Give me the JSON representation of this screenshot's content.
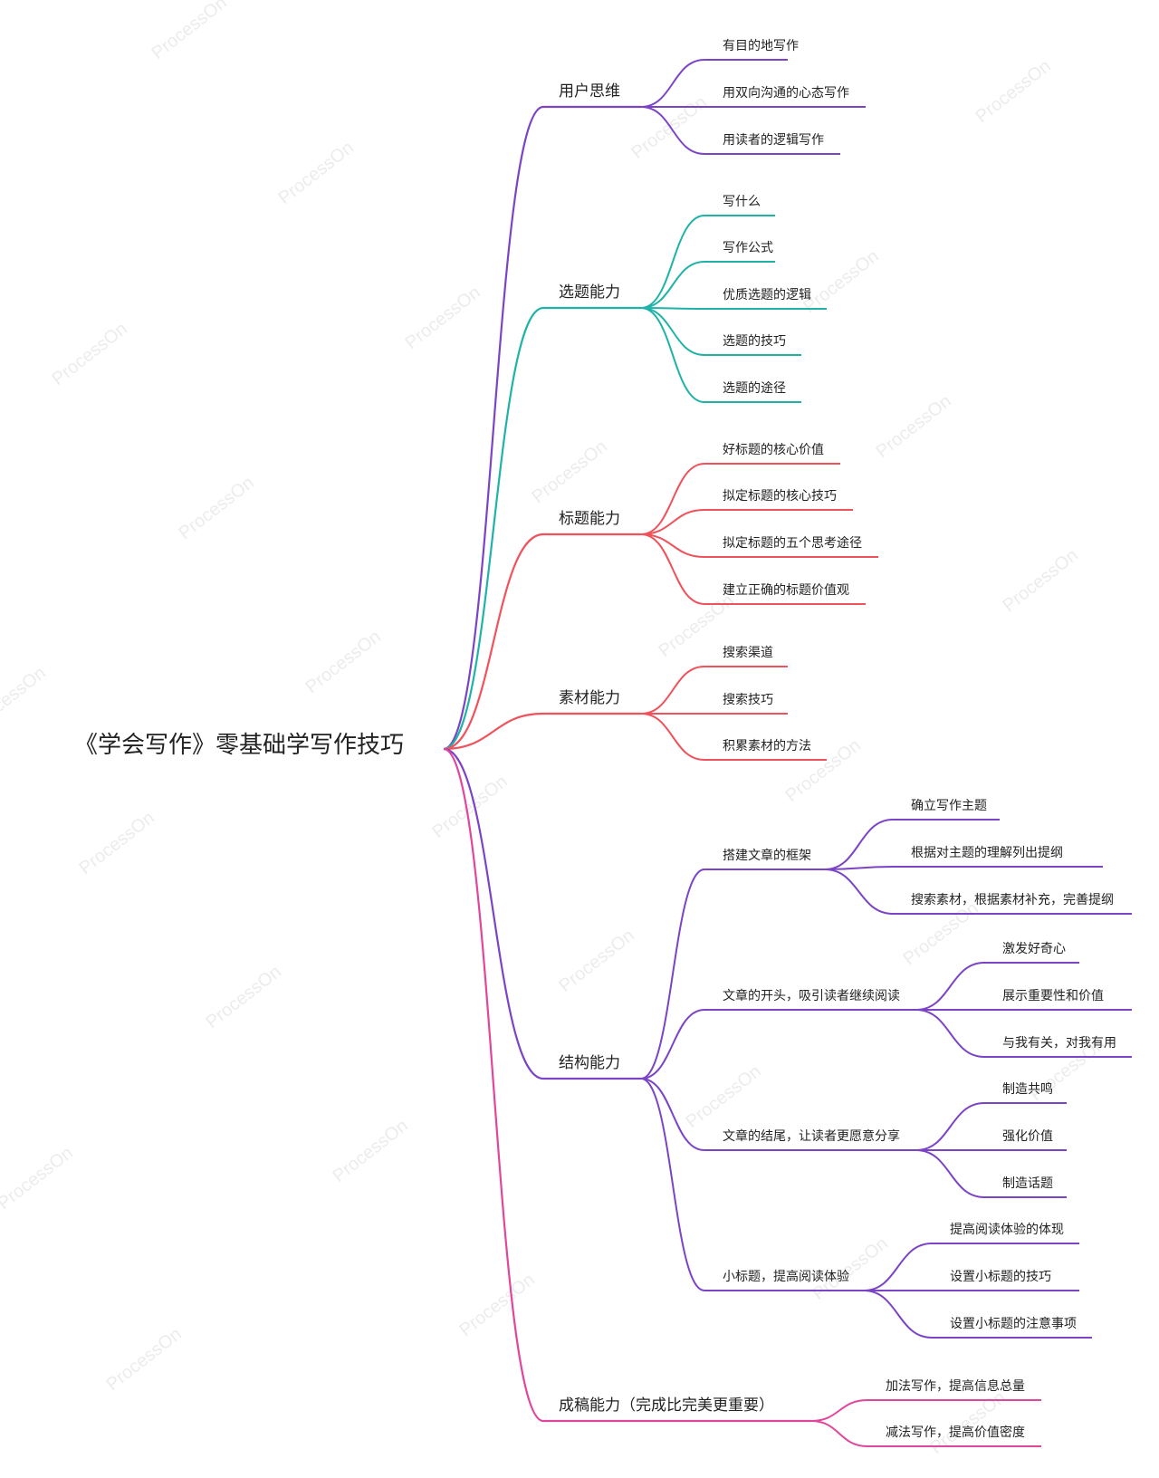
{
  "root": {
    "title": "《学会写作》零基础学写作技巧"
  },
  "watermark": "ProcessOn",
  "colors": {
    "purple": "#7b44c6",
    "teal": "#1fb3a8",
    "red": "#f0525c",
    "pink": "#e0479a"
  },
  "branches": [
    {
      "label": "用户思维",
      "color": "purple",
      "children": [
        {
          "label": "有目的地写作"
        },
        {
          "label": "用双向沟通的心态写作"
        },
        {
          "label": "用读者的逻辑写作"
        }
      ]
    },
    {
      "label": "选题能力",
      "color": "teal",
      "children": [
        {
          "label": "写什么"
        },
        {
          "label": "写作公式"
        },
        {
          "label": "优质选题的逻辑"
        },
        {
          "label": "选题的技巧"
        },
        {
          "label": "选题的途径"
        }
      ]
    },
    {
      "label": "标题能力",
      "color": "red",
      "children": [
        {
          "label": "好标题的核心价值"
        },
        {
          "label": "拟定标题的核心技巧"
        },
        {
          "label": "拟定标题的五个思考途径"
        },
        {
          "label": "建立正确的标题价值观"
        }
      ]
    },
    {
      "label": "素材能力",
      "color": "red",
      "children": [
        {
          "label": "搜索渠道"
        },
        {
          "label": "搜索技巧"
        },
        {
          "label": "积累素材的方法"
        }
      ]
    },
    {
      "label": "结构能力",
      "color": "purple",
      "children": [
        {
          "label": "搭建文章的框架",
          "children": [
            {
              "label": "确立写作主题"
            },
            {
              "label": "根据对主题的理解列出提纲"
            },
            {
              "label": "搜索素材，根据素材补充，完善提纲"
            }
          ]
        },
        {
          "label": "文章的开头，吸引读者继续阅读",
          "children": [
            {
              "label": "激发好奇心"
            },
            {
              "label": "展示重要性和价值"
            },
            {
              "label": "与我有关，对我有用"
            }
          ]
        },
        {
          "label": "文章的结尾，让读者更愿意分享",
          "children": [
            {
              "label": "制造共鸣"
            },
            {
              "label": "强化价值"
            },
            {
              "label": "制造话题"
            }
          ]
        },
        {
          "label": "小标题，提高阅读体验",
          "children": [
            {
              "label": "提高阅读体验的体现"
            },
            {
              "label": "设置小标题的技巧"
            },
            {
              "label": "设置小标题的注意事项"
            }
          ]
        }
      ]
    },
    {
      "label": "成稿能力（完成比完美更重要）",
      "color": "pink",
      "children": [
        {
          "label": "加法写作，提高信息总量"
        },
        {
          "label": "减法写作，提高价值密度"
        }
      ]
    }
  ]
}
